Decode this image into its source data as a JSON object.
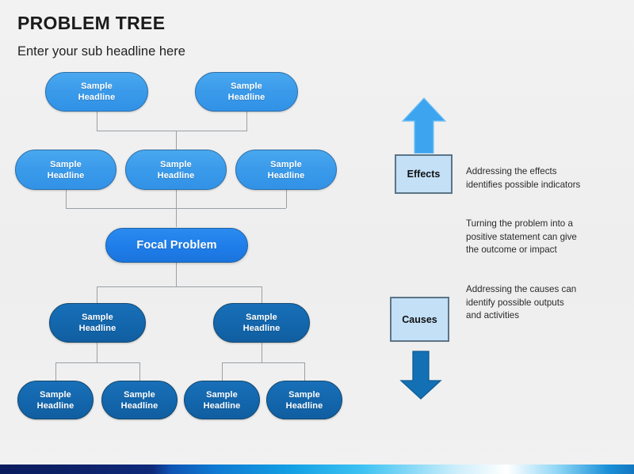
{
  "slide": {
    "title": "PROBLEM TREE",
    "subtitle": "Enter your sub headline here",
    "background_color": "#f0f0f0"
  },
  "colors": {
    "effect_node": "#3a9aea",
    "focal_node": "#1f7de9",
    "cause_node": "#1366ac",
    "legend_box_fill": "#c3e0f7",
    "legend_box_border": "#5c7486",
    "up_arrow": "#3da5f0",
    "down_arrow": "#1470b4",
    "connector": "#9aa0a6"
  },
  "tree": {
    "effects_row_1": [
      {
        "label": "Sample\nHeadline"
      },
      {
        "label": "Sample\nHeadline"
      }
    ],
    "effects_row_2": [
      {
        "label": "Sample\nHeadline"
      },
      {
        "label": "Sample\nHeadline"
      },
      {
        "label": "Sample\nHeadline"
      }
    ],
    "focal": {
      "label": "Focal Problem"
    },
    "causes_row_1": [
      {
        "label": "Sample\nHeadline"
      },
      {
        "label": "Sample\nHeadline"
      }
    ],
    "causes_row_2": [
      {
        "label": "Sample\nHeadline"
      },
      {
        "label": "Sample\nHeadline"
      },
      {
        "label": "Sample\nHeadline"
      },
      {
        "label": "Sample\nHeadline"
      }
    ]
  },
  "legend": {
    "up_arrow_name": "up-arrow-icon",
    "down_arrow_name": "down-arrow-icon",
    "effects_box": "Effects",
    "causes_box": "Causes",
    "notes": [
      "Addressing the effects\nidentifies possible indicators",
      "Turning the problem into a\npositive statement can give\nthe outcome or impact",
      "Addressing the causes can\nidentify possible outputs\nand activities"
    ]
  }
}
